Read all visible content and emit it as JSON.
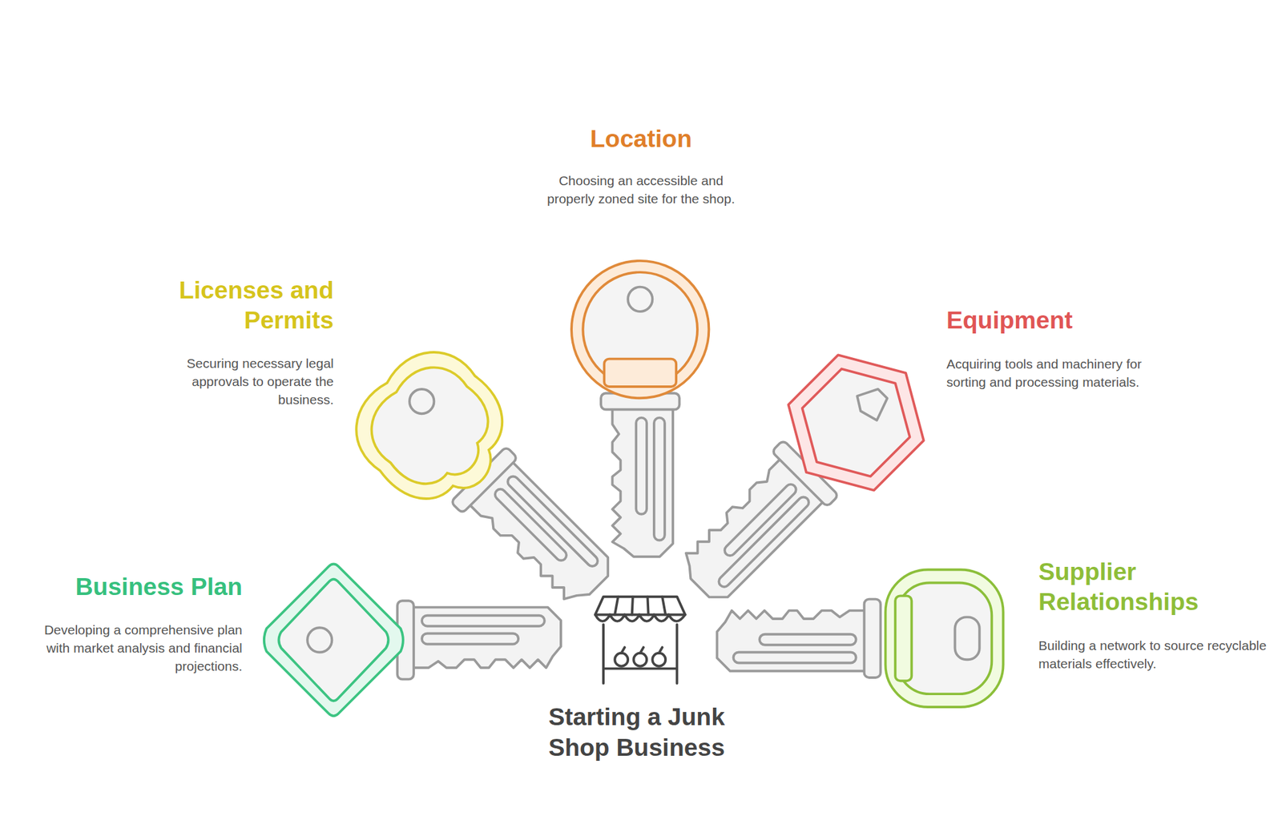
{
  "diagram": {
    "title": "Starting a Junk Shop Business",
    "nodes": [
      {
        "text": [
          "Location",
          "Choosing an accessible and properly zoned site for the shop."
        ]
      },
      {
        "text": [
          "Licenses and Permits",
          "Securing necessary legal approvals to operate the business."
        ]
      },
      {
        "text": [
          "Equipment",
          "Acquiring tools and machinery for sorting and processing materials."
        ]
      },
      {
        "text": [
          "Business Plan",
          "Developing a comprehensive plan with market analysis and financial projections."
        ]
      },
      {
        "text": [
          "Supplier Relationships",
          "Building a network to source recyclable materials effectively."
        ]
      }
    ]
  }
}
